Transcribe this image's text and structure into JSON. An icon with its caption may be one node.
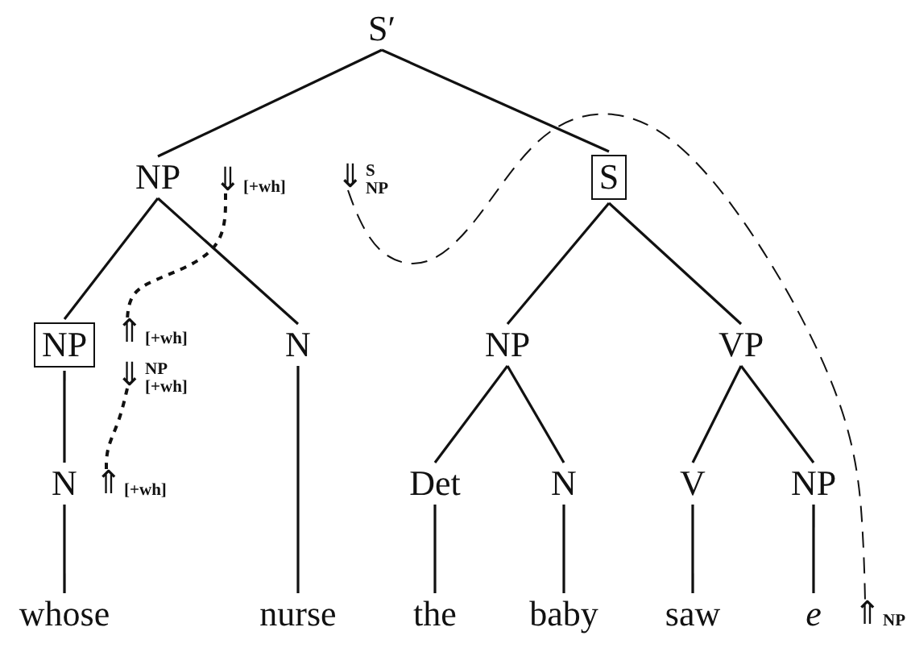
{
  "diagram": {
    "nodes": [
      {
        "text": [
          "S′"
        ]
      },
      {
        "text": [
          "NP"
        ]
      },
      {
        "text": [
          "S"
        ]
      },
      {
        "text": [
          "NP"
        ]
      },
      {
        "text": [
          "N"
        ]
      },
      {
        "text": [
          "NP"
        ]
      },
      {
        "text": [
          "VP"
        ]
      },
      {
        "text": [
          "N"
        ]
      },
      {
        "text": [
          "Det"
        ]
      },
      {
        "text": [
          "N"
        ]
      },
      {
        "text": [
          "V"
        ]
      },
      {
        "text": [
          "NP"
        ]
      },
      {
        "text": [
          "whose"
        ]
      },
      {
        "text": [
          "nurse"
        ]
      },
      {
        "text": [
          "the"
        ]
      },
      {
        "text": [
          "baby"
        ]
      },
      {
        "text": [
          "saw"
        ]
      },
      {
        "text": [
          "e"
        ]
      },
      {
        "text": [
          "⇓",
          "[+wh]"
        ]
      },
      {
        "text": [
          "⇓",
          "S",
          "NP"
        ]
      },
      {
        "text": [
          "⇑",
          "[+wh]"
        ]
      },
      {
        "text": [
          "⇓",
          "NP",
          "[+wh]"
        ]
      },
      {
        "text": [
          "⇑",
          "[+wh]"
        ]
      },
      {
        "text": [
          "⇑",
          "NP"
        ]
      }
    ],
    "edges": [
      {
        "from": 0,
        "to": 1,
        "arrow": "none"
      },
      {
        "from": 0,
        "to": 2,
        "arrow": "none"
      },
      {
        "from": 1,
        "to": 3,
        "arrow": "none"
      },
      {
        "from": 1,
        "to": 4,
        "arrow": "none"
      },
      {
        "from": 2,
        "to": 5,
        "arrow": "none"
      },
      {
        "from": 2,
        "to": 6,
        "arrow": "none"
      },
      {
        "from": 3,
        "to": 7,
        "arrow": "none"
      },
      {
        "from": 4,
        "to": 13,
        "arrow": "none"
      },
      {
        "from": 5,
        "to": 8,
        "arrow": "none"
      },
      {
        "from": 5,
        "to": 9,
        "arrow": "none"
      },
      {
        "from": 6,
        "to": 10,
        "arrow": "none"
      },
      {
        "from": 6,
        "to": 11,
        "arrow": "none"
      },
      {
        "from": 7,
        "to": 12,
        "arrow": "none"
      },
      {
        "from": 8,
        "to": 14,
        "arrow": "none"
      },
      {
        "from": 9,
        "to": 15,
        "arrow": "none"
      },
      {
        "from": 10,
        "to": 16,
        "arrow": "none"
      },
      {
        "from": 11,
        "to": 17,
        "arrow": "none"
      },
      {
        "from": 18,
        "to": 20,
        "arrow": "none",
        "style": "dashed"
      },
      {
        "from": 21,
        "to": 22,
        "arrow": "none",
        "style": "dashed"
      },
      {
        "from": 19,
        "to": 23,
        "arrow": "none",
        "style": "dashed"
      }
    ]
  }
}
